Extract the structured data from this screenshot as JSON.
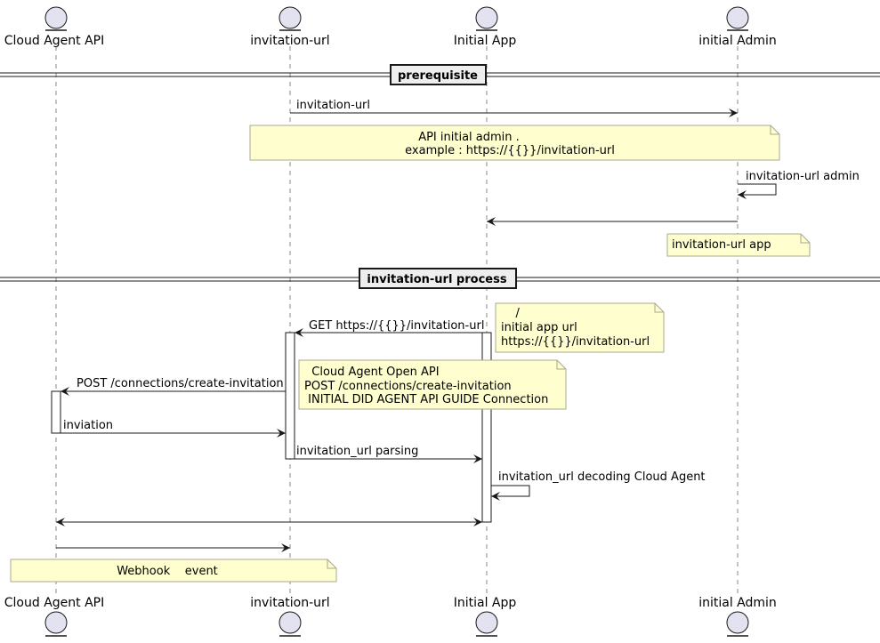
{
  "participants": [
    {
      "id": "cloud",
      "label": "Cloud Agent API"
    },
    {
      "id": "invite",
      "label": "invitation-url"
    },
    {
      "id": "app",
      "label": "Initial App"
    },
    {
      "id": "admin",
      "label": "initial Admin"
    }
  ],
  "groups": {
    "prerequisite": "prerequisite",
    "process": "invitation-url process"
  },
  "messages": {
    "m1": "invitation-url",
    "m2": "invitation-url  admin",
    "m3": "",
    "m4": "GET https://{{}}/invitation-url",
    "m5": "POST /connections/create-invitation",
    "m6": "inviation",
    "m7": "invitation_url parsing",
    "m8": "invitation_url decoding  Cloud Agent",
    "m9": "",
    "m10": ""
  },
  "notes": {
    "n1": [
      "API    initial admin .",
      "example : https://{{}}/invitation-url"
    ],
    "n2": [
      "invitation-url     app"
    ],
    "n3": [
      "    /",
      "initial app    url",
      "https://{{}}/invitation-url"
    ],
    "n4": [
      "  Cloud Agent Open API",
      "POST /connections/create-invitation",
      " INITIAL DID AGENT API GUIDE Connection"
    ],
    "n5": [
      "Webhook    event"
    ]
  },
  "colors": {
    "note_fill": "#fefece",
    "note_border": "#a8a890",
    "actor_fill": "#e2e2f0",
    "line": "#181818"
  }
}
